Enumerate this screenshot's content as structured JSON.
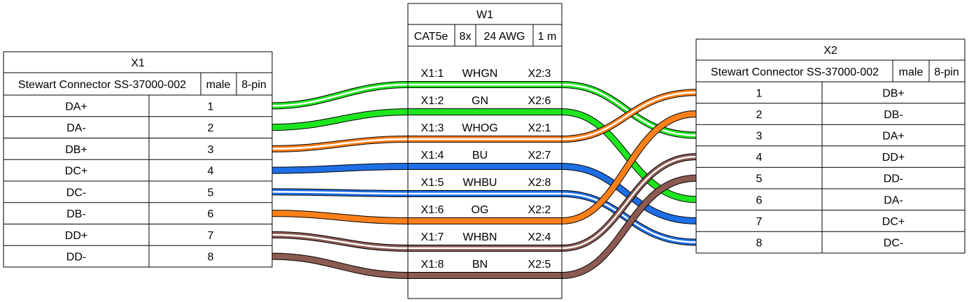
{
  "x1": {
    "title": "X1",
    "spec": [
      "Stewart Connector SS-37000-002",
      "male",
      "8-pin"
    ],
    "pins": [
      {
        "label": "DA+",
        "num": "1"
      },
      {
        "label": "DA-",
        "num": "2"
      },
      {
        "label": "DB+",
        "num": "3"
      },
      {
        "label": "DC+",
        "num": "4"
      },
      {
        "label": "DC-",
        "num": "5"
      },
      {
        "label": "DB-",
        "num": "6"
      },
      {
        "label": "DD+",
        "num": "7"
      },
      {
        "label": "DD-",
        "num": "8"
      }
    ]
  },
  "w1": {
    "title": "W1",
    "spec": [
      "CAT5e",
      "8x",
      "24 AWG",
      "1 m"
    ],
    "wires": [
      {
        "from": "X1:1",
        "color": "WHGN",
        "to": "X2:3",
        "from_pin": 1,
        "to_pin": 3,
        "base": "#1ee61e",
        "stripe": "#ffffff"
      },
      {
        "from": "X1:2",
        "color": "GN",
        "to": "X2:6",
        "from_pin": 2,
        "to_pin": 6,
        "base": "#1ee61e",
        "stripe": ""
      },
      {
        "from": "X1:3",
        "color": "WHOG",
        "to": "X2:1",
        "from_pin": 3,
        "to_pin": 1,
        "base": "#ff8019",
        "stripe": "#ffffff"
      },
      {
        "from": "X1:4",
        "color": "BU",
        "to": "X2:7",
        "from_pin": 4,
        "to_pin": 7,
        "base": "#1e6ee6",
        "stripe": ""
      },
      {
        "from": "X1:5",
        "color": "WHBU",
        "to": "X2:8",
        "from_pin": 5,
        "to_pin": 8,
        "base": "#1e6ee6",
        "stripe": "#ffffff"
      },
      {
        "from": "X1:6",
        "color": "OG",
        "to": "X2:2",
        "from_pin": 6,
        "to_pin": 2,
        "base": "#ff8019",
        "stripe": ""
      },
      {
        "from": "X1:7",
        "color": "WHBN",
        "to": "X2:4",
        "from_pin": 7,
        "to_pin": 4,
        "base": "#8b5a50",
        "stripe": "#ffffff"
      },
      {
        "from": "X1:8",
        "color": "BN",
        "to": "X2:5",
        "from_pin": 8,
        "to_pin": 5,
        "base": "#8b5a50",
        "stripe": ""
      }
    ]
  },
  "x2": {
    "title": "X2",
    "spec": [
      "Stewart Connector SS-37000-002",
      "male",
      "8-pin"
    ],
    "pins": [
      {
        "num": "1",
        "label": "DB+"
      },
      {
        "num": "2",
        "label": "DB-"
      },
      {
        "num": "3",
        "label": "DA+"
      },
      {
        "num": "4",
        "label": "DD+"
      },
      {
        "num": "5",
        "label": "DD-"
      },
      {
        "num": "6",
        "label": "DA-"
      },
      {
        "num": "7",
        "label": "DC+"
      },
      {
        "num": "8",
        "label": "DC-"
      }
    ]
  }
}
